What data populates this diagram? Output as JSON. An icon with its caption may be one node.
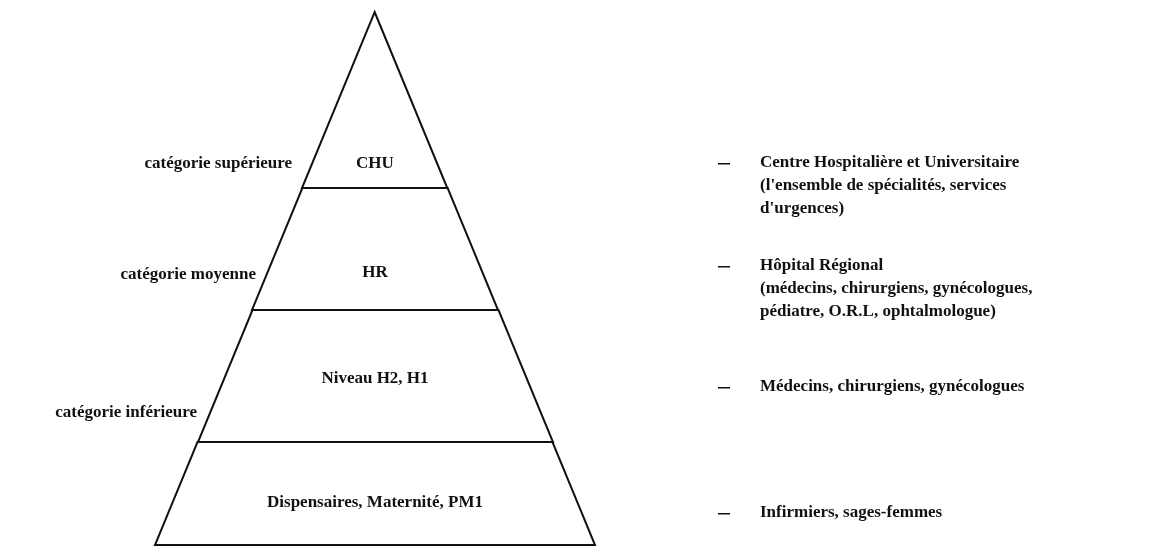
{
  "diagram": {
    "nodes": [
      {
        "text": [
          "CHU"
        ]
      },
      {
        "text": [
          "HR"
        ]
      },
      {
        "text": [
          "Niveau H2, H1"
        ]
      },
      {
        "text": [
          "Dispensaires, Maternité, PM1"
        ]
      }
    ],
    "edges": [],
    "labels": [
      "catégorie supérieure",
      "Centre Hospitalière et Universitaire",
      "(l'ensemble de spécialités, services d'urgences)",
      "catégorie moyenne",
      "Hôpital Régional",
      "(médecins, chirurgiens, gynécologues, pédiatre, O.R.L, ophtalmologue)",
      "catégorie inférieure",
      "Médecins, chirurgiens, gynécologues",
      "Infirmiers, sages-femmes"
    ]
  }
}
